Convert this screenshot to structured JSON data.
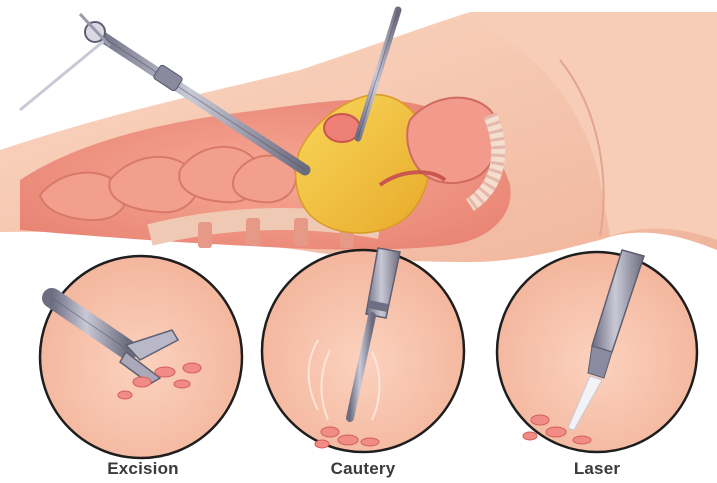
{
  "colors": {
    "skin": "#f6c5ad",
    "skin_dark": "#e89b84",
    "tissue": "#ef8f80",
    "tissue_dark": "#d86b62",
    "uterus": "#f2c23a",
    "instrument": "#9b9aac",
    "instrument_dark": "#5f5f72",
    "circle_border": "#1e1e1e",
    "caption": "#3a3a3a"
  },
  "insets": [
    {
      "label": "Excision",
      "icon": "grasper-forceps-icon"
    },
    {
      "label": "Cautery",
      "icon": "electrocautery-probe-icon"
    },
    {
      "label": "Laser",
      "icon": "laser-fiber-icon"
    }
  ]
}
